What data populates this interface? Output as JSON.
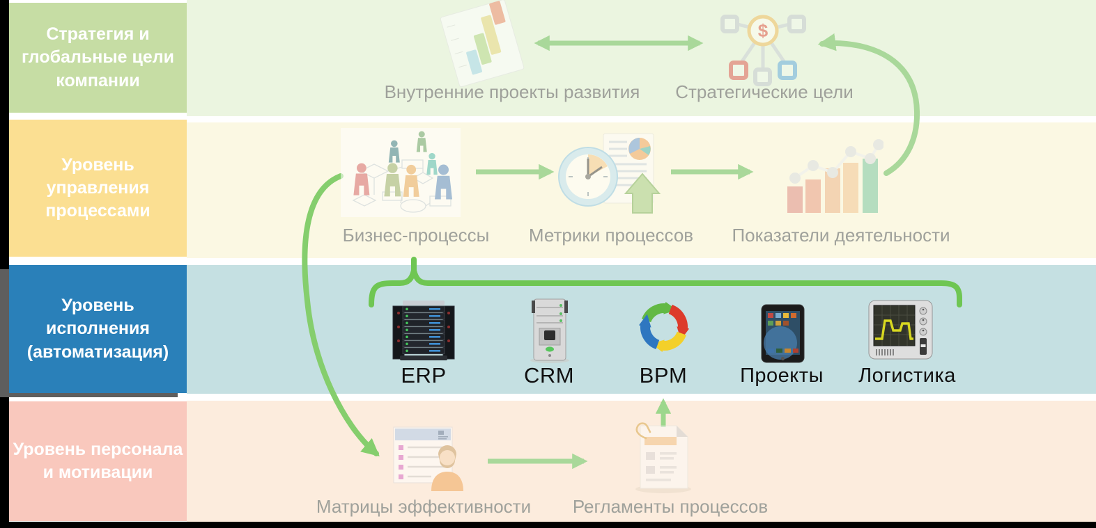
{
  "palette": {
    "background": "#000000",
    "sidebar_green": "#c6dda4",
    "sidebar_yellow": "#fbdf92",
    "sidebar_blue": "#2a80b9",
    "sidebar_pink": "#f9c8bd",
    "band_green": "#ebf5e0",
    "band_cream": "#fbf8e3",
    "band_teal": "#c5e0e2",
    "band_peach": "#fcecdd",
    "arrow_faded_green": "#a9d89a",
    "arrow_bright_green": "#6fc653",
    "arrow_mid_green": "#85ce6d",
    "label_gray": "#9fa19b",
    "label_black": "#101010"
  },
  "sidebar": {
    "levels": [
      {
        "label": "Стратегия и глобальные цели компании"
      },
      {
        "label": "Уровень управления процессами"
      },
      {
        "label": "Уровень исполнения (автоматизация)"
      },
      {
        "label": "Уровень персонала и мотивации"
      }
    ]
  },
  "strategy_row": {
    "items": [
      {
        "label": "Внутренние проекты развития",
        "icon": "gantt-chart-icon"
      },
      {
        "label": "Стратегические цели",
        "icon": "strategic-goals-icon"
      }
    ]
  },
  "process_row": {
    "items": [
      {
        "label": "Бизнес-процессы",
        "icon": "business-process-icon"
      },
      {
        "label": "Метрики процессов",
        "icon": "stopwatch-metrics-icon"
      },
      {
        "label": "Показатели деятельности",
        "icon": "bar-chart-icon"
      }
    ]
  },
  "execution_row": {
    "items": [
      {
        "label": "ERP",
        "icon": "erp-server-icon"
      },
      {
        "label": "CRM",
        "icon": "crm-server-icon"
      },
      {
        "label": "BPM",
        "icon": "bpm-cycle-icon"
      },
      {
        "label": "Проекты",
        "icon": "tablet-icon"
      },
      {
        "label": "Логистика",
        "icon": "oscilloscope-icon"
      }
    ]
  },
  "personnel_row": {
    "items": [
      {
        "label": "Матрицы эффективности",
        "icon": "staff-matrix-icon"
      },
      {
        "label": "Регламенты процессов",
        "icon": "regulations-document-icon"
      }
    ]
  }
}
